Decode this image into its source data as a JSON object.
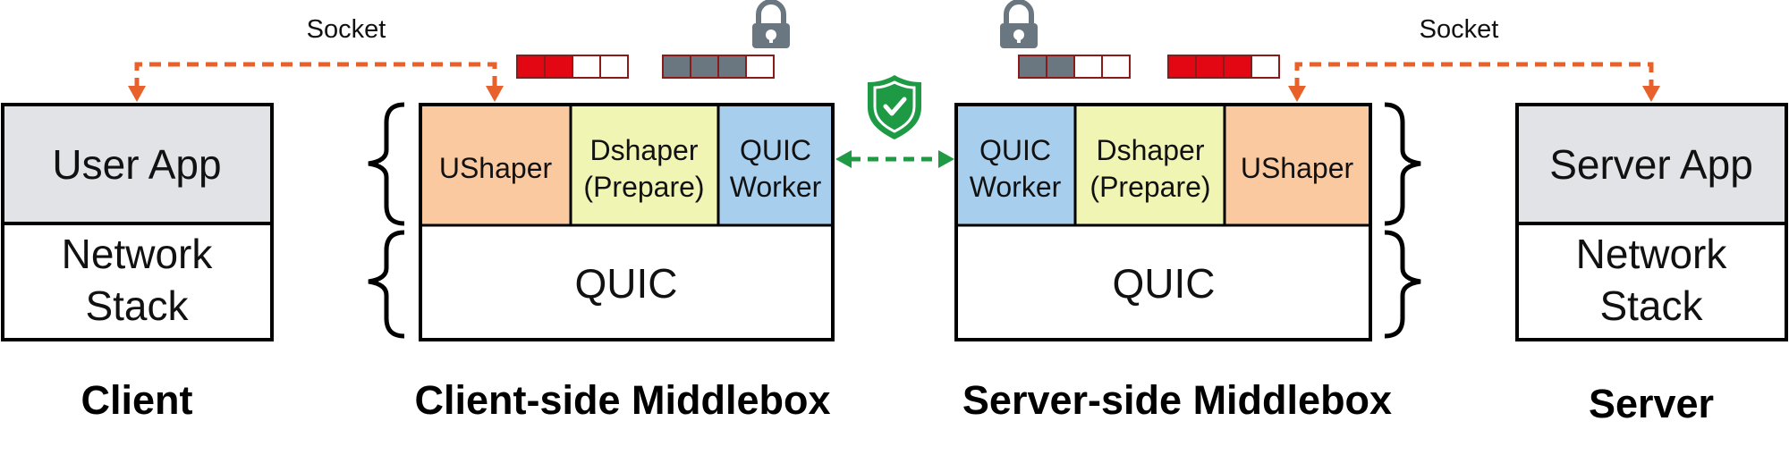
{
  "colors": {
    "ushaper": "#FAC9A0",
    "dshaper": "#F0F5B4",
    "quic_worker": "#A7CEEC",
    "app": "#E1E3E6",
    "socket_arrow": "#E8602A",
    "secure_arrow": "#1E9A45",
    "shield": "#1E9A45",
    "lock": "#6B7780",
    "queue_red": "#E30613",
    "queue_gray": "#6B7780",
    "queue_border": "#8B1A1A"
  },
  "icons": {
    "lock": "lock-icon",
    "shield": "shield-check-icon"
  },
  "client": {
    "socket_label": "Socket",
    "app_label": "User App",
    "stack_line1": "Network",
    "stack_line2": "Stack",
    "title": "Client"
  },
  "client_middlebox": {
    "ushaper": "UShaper",
    "dshaper_line1": "Dshaper",
    "dshaper_line2": "(Prepare)",
    "worker_line1": "QUIC",
    "worker_line2": "Worker",
    "quic": "QUIC",
    "title": "Client-side Middlebox",
    "queue_red_filled": 2,
    "queue_gray_filled": 3
  },
  "server_middlebox": {
    "worker_line1": "QUIC",
    "worker_line2": "Worker",
    "dshaper_line1": "Dshaper",
    "dshaper_line2": "(Prepare)",
    "ushaper": "UShaper",
    "quic": "QUIC",
    "title": "Server-side Middlebox",
    "queue_gray_filled": 2,
    "queue_red_filled": 3
  },
  "server": {
    "socket_label": "Socket",
    "app_label": "Server App",
    "stack_line1": "Network",
    "stack_line2": "Stack",
    "title": "Server"
  }
}
